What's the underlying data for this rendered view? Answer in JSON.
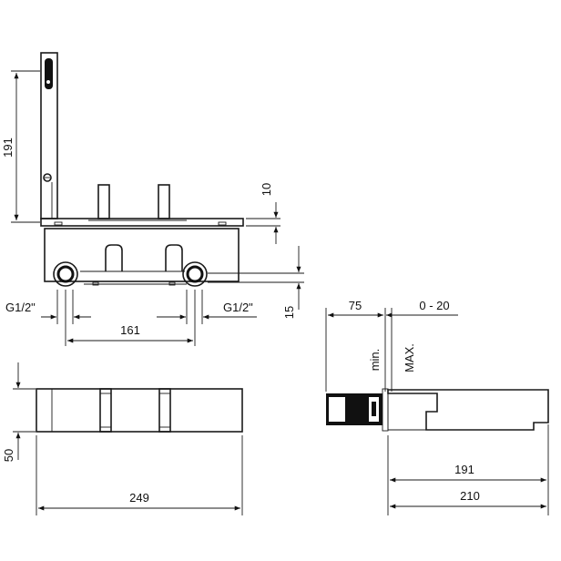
{
  "dimensions": {
    "stem_height": "191",
    "plate_thickness": "10",
    "outlet_offset": "15",
    "thread_left": "G1/2\"",
    "thread_right": "G1/2\"",
    "outlet_spacing": "161",
    "base_height": "50",
    "base_length": "249",
    "depth_min": "75",
    "depth_adjust": "0 - 20",
    "label_min": "min.",
    "label_max": "MAX.",
    "body_length": "191",
    "total_length": "210"
  }
}
